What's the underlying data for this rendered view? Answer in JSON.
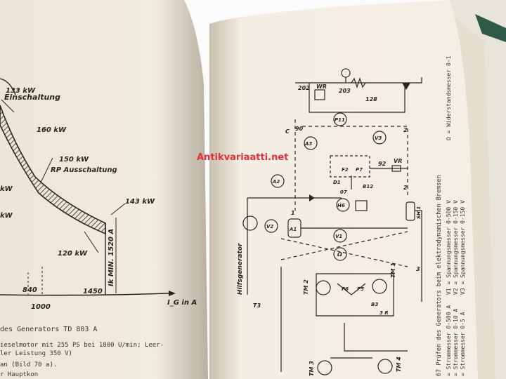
{
  "watermark": "Antikvariaatti.net",
  "left_page": {
    "graph": {
      "labels": {
        "p133": "133 kW",
        "einschaltung": "Einschaltung",
        "p160": "160 kW",
        "p150": "150 kW",
        "rp_aus": "RP Ausschaltung",
        "p143": "143 kW",
        "p120": "120 kW",
        "ik_min": "Ik MIN. 1520 A",
        "x840": "840",
        "x1000": "1000",
        "x1450": "1450",
        "axis_x": "I_G in A",
        "kw_a": "kW",
        "kw_b": "kW"
      }
    },
    "caption": "des Generators TD 803 A",
    "text_lines": [
      "ieselmotor mit 255 PS bei 1800 U/min; Leer-",
      "ler Leistung 350 V)",
      "an (Bild 70 a).",
      "r Hauptkon"
    ]
  },
  "right_page": {
    "side_caption": "67 Prüfen des Generators beim elektrodynamischen Bremsen",
    "legend_col1": [
      "= Strommesser 0-500 A",
      "= Strommesser 0-10 A",
      "= Strommesser 0-5 A"
    ],
    "legend_col2": [
      "V1 = Spannungsmesser 0-500 V",
      "V2 = Spannungsmesser 0-150 V",
      "V3 = Spannungsmesser 0-150 V"
    ],
    "legend_col3": "Ω = Widerstandsmesser 0-1",
    "diagram_labels": {
      "n202": "202",
      "wr": "WR",
      "n203": "203",
      "n128": "128",
      "p11": "P11",
      "c": "C",
      "n90": "90",
      "n2": "2",
      "v3": "V3",
      "a3": "A3",
      "n92": "92",
      "vr": "VR",
      "d1": "D1",
      "f2": "F2",
      "p7": "P7",
      "b12": "B12",
      "a2": "A2",
      "n2b": "2",
      "n07": "07",
      "h6": "H6",
      "sh1": "SH 1",
      "n1": "1",
      "v2": "V2",
      "a1": "A1",
      "v1": "V1",
      "omega": "Ω",
      "n3": "3",
      "hilfs": "Hilfsgenerator",
      "t3": "T3",
      "tm2": "TM 2",
      "tm1": "TM 1",
      "p6": "P6",
      "p5": "P5",
      "b3": "B3",
      "r3": "3 R",
      "tm3": "TM 3",
      "tm4": "TM 4"
    }
  }
}
